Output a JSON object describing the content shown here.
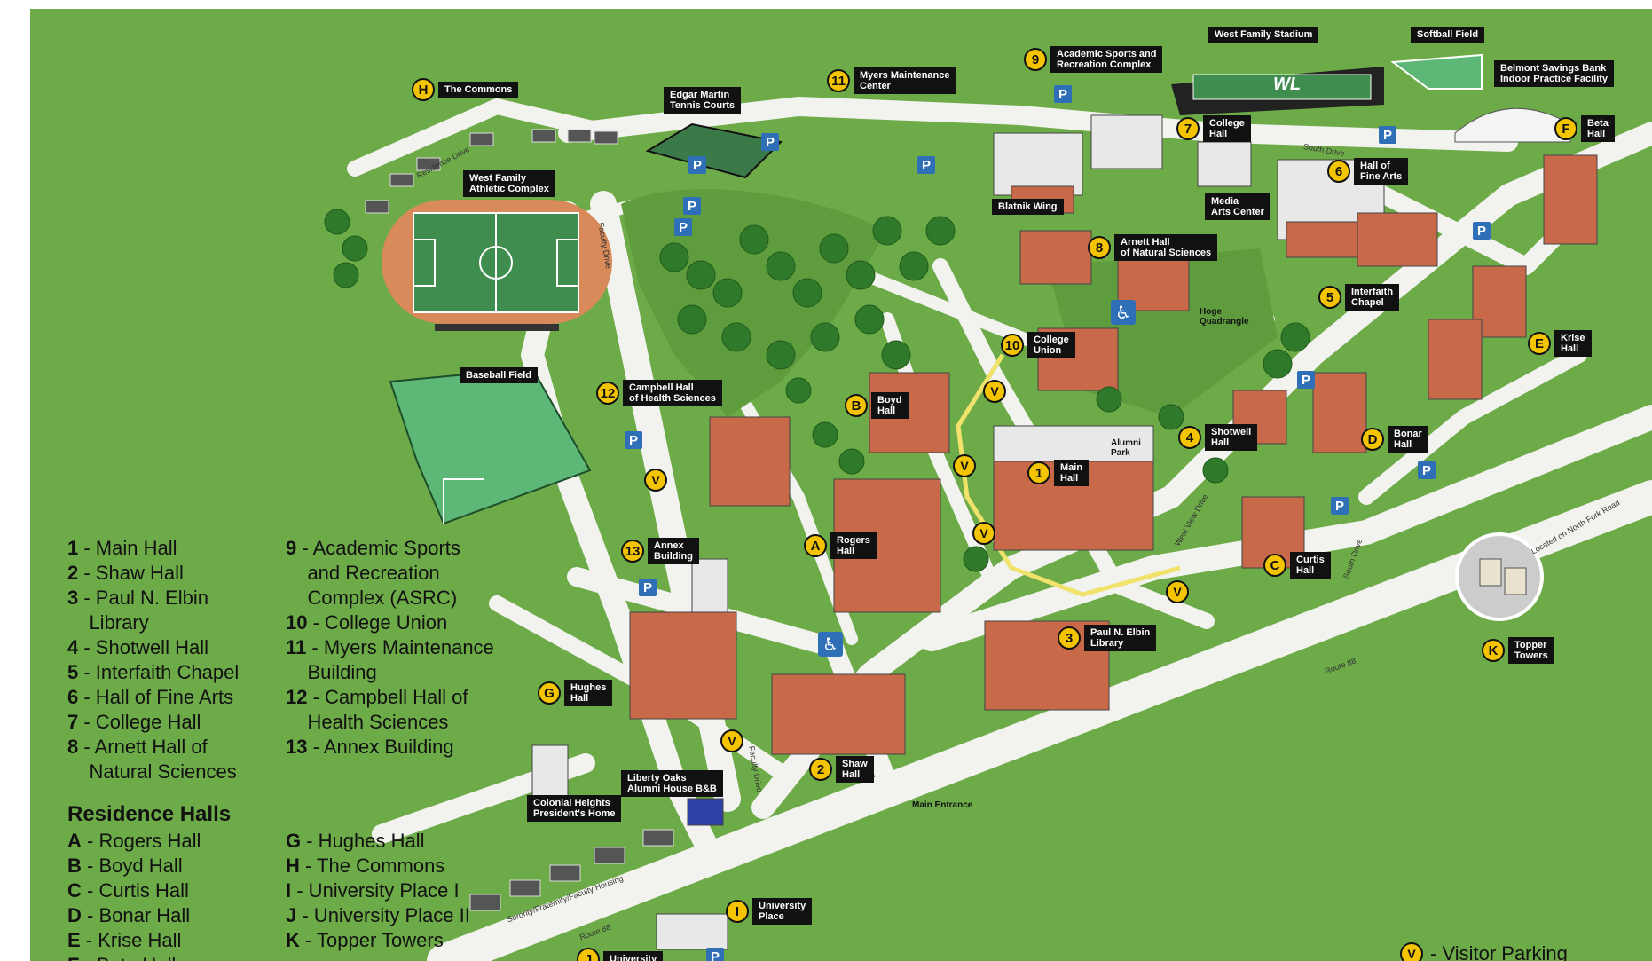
{
  "colors": {
    "grass": "#6dab49",
    "lawn": "#5f9c3e",
    "road": "#f2f2ee",
    "brick": "#c86a4a",
    "roof": "#e8e8e8",
    "label_bg": "#111111",
    "badge": "#f5c400",
    "parking": "#2f6fb8",
    "field_green": "#3f8e4f",
    "track": "#d98a5a",
    "baseball": "#5db878",
    "visitor_route": "#f0e26a"
  },
  "labels": [
    {
      "id": "the-commons",
      "badge": "H",
      "text": "The Commons"
    },
    {
      "id": "edgar-martin-tennis",
      "badge": "",
      "text": "Edgar Martin\nTennis Courts"
    },
    {
      "id": "myers-maintenance",
      "badge": "11",
      "text": "Myers Maintenance\nCenter"
    },
    {
      "id": "academic-sports",
      "badge": "9",
      "text": "Academic Sports and\nRecreation Complex"
    },
    {
      "id": "west-family-stadium",
      "badge": "",
      "text": "West Family Stadium"
    },
    {
      "id": "softball-field",
      "badge": "",
      "text": "Softball Field"
    },
    {
      "id": "belmont-savings",
      "badge": "",
      "text": "Belmont Savings Bank\nIndoor Practice Facility"
    },
    {
      "id": "beta-hall",
      "badge": "F",
      "text": "Beta\nHall"
    },
    {
      "id": "college-hall",
      "badge": "7",
      "text": "College\nHall"
    },
    {
      "id": "hall-of-fine-arts",
      "badge": "6",
      "text": "Hall of\nFine Arts"
    },
    {
      "id": "media-arts-center",
      "badge": "",
      "text": "Media\nArts Center"
    },
    {
      "id": "blatnik-wing",
      "badge": "",
      "text": "Blatnik Wing"
    },
    {
      "id": "arnett-hall",
      "badge": "8",
      "text": "Arnett Hall\nof Natural Sciences"
    },
    {
      "id": "west-family-athletic",
      "badge": "",
      "text": "West Family\nAthletic Complex"
    },
    {
      "id": "interfaith-chapel",
      "badge": "5",
      "text": "Interfaith\nChapel"
    },
    {
      "id": "krise-hall",
      "badge": "E",
      "text": "Krise\nHall"
    },
    {
      "id": "college-union",
      "badge": "10",
      "text": "College\nUnion"
    },
    {
      "id": "baseball-field",
      "badge": "",
      "text": "Baseball Field"
    },
    {
      "id": "campbell-hall",
      "badge": "12",
      "text": "Campbell Hall\nof Health Sciences"
    },
    {
      "id": "boyd-hall",
      "badge": "B",
      "text": "Boyd\nHall"
    },
    {
      "id": "shotwell-hall",
      "badge": "4",
      "text": "Shotwell\nHall"
    },
    {
      "id": "bonar-hall",
      "badge": "D",
      "text": "Bonar\nHall"
    },
    {
      "id": "main-hall",
      "badge": "1",
      "text": "Main\nHall"
    },
    {
      "id": "rogers-hall",
      "badge": "A",
      "text": "Rogers\nHall"
    },
    {
      "id": "annex-building",
      "badge": "13",
      "text": "Annex\nBuilding"
    },
    {
      "id": "curtis-hall",
      "badge": "C",
      "text": "Curtis\nHall"
    },
    {
      "id": "topper-towers",
      "badge": "K",
      "text": "Topper\nTowers"
    },
    {
      "id": "paul-elbin-library",
      "badge": "3",
      "text": "Paul N. Elbin\nLibrary"
    },
    {
      "id": "hughes-hall",
      "badge": "G",
      "text": "Hughes\nHall"
    },
    {
      "id": "shaw-hall",
      "badge": "2",
      "text": "Shaw\nHall"
    },
    {
      "id": "liberty-oaks",
      "badge": "",
      "text": "Liberty Oaks\nAlumni House B&B"
    },
    {
      "id": "colonial-heights",
      "badge": "",
      "text": "Colonial Heights\nPresident's Home"
    },
    {
      "id": "university-place-1",
      "badge": "I",
      "text": "University\nPlace"
    },
    {
      "id": "university-place-2",
      "badge": "J",
      "text": "University"
    }
  ],
  "plain_labels": [
    {
      "id": "hoge-quadrangle",
      "text": "Hoge\nQuadrangle"
    },
    {
      "id": "alumni-park",
      "text": "Alumni\nPark"
    },
    {
      "id": "main-entrance",
      "text": "Main Entrance"
    }
  ],
  "roads": [
    {
      "id": "residence-drive",
      "text": "Residence Drive"
    },
    {
      "id": "faculty-drive-north",
      "text": "Faculty Drive"
    },
    {
      "id": "faculty-drive-south",
      "text": "Faculty Drive"
    },
    {
      "id": "south-drive-top",
      "text": "South Drive"
    },
    {
      "id": "west-view-drive",
      "text": "West View Drive"
    },
    {
      "id": "south-drive-east",
      "text": "South Drive"
    },
    {
      "id": "route-88",
      "text": "Route 88"
    },
    {
      "id": "route-88-west",
      "text": "Route 88"
    },
    {
      "id": "north-fork-road",
      "text": "Located on North Fork Road"
    },
    {
      "id": "greek-housing",
      "text": "Sorority/Fraternity/Faculty Housing"
    }
  ],
  "stadium_logo": "WL",
  "parking_symbol": "P",
  "visitor_symbol": "V",
  "ada_symbol": "♿",
  "legend": {
    "academic": [
      {
        "num": "1",
        "text": "Main Hall"
      },
      {
        "num": "2",
        "text": "Shaw Hall"
      },
      {
        "num": "3",
        "text": "Paul N. Elbin\n    Library"
      },
      {
        "num": "4",
        "text": "Shotwell Hall"
      },
      {
        "num": "5",
        "text": "Interfaith Chapel"
      },
      {
        "num": "6",
        "text": "Hall of Fine Arts"
      },
      {
        "num": "7",
        "text": "College Hall"
      },
      {
        "num": "8",
        "text": "Arnett Hall of\n    Natural Sciences"
      }
    ],
    "academic_col2": [
      {
        "num": "9",
        "text": "Academic Sports\n    and Recreation\n    Complex (ASRC)"
      },
      {
        "num": "10",
        "text": "College Union"
      },
      {
        "num": "11",
        "text": "Myers Maintenance\n    Building"
      },
      {
        "num": "12",
        "text": "Campbell Hall of\n    Health Sciences"
      },
      {
        "num": "13",
        "text": "Annex Building"
      }
    ],
    "residence_heading": "Residence Halls",
    "residence": [
      {
        "num": "A",
        "text": "Rogers Hall"
      },
      {
        "num": "B",
        "text": "Boyd Hall"
      },
      {
        "num": "C",
        "text": "Curtis Hall"
      },
      {
        "num": "D",
        "text": "Bonar Hall"
      },
      {
        "num": "E",
        "text": "Krise Hall"
      },
      {
        "num": "F",
        "text": "Beta Hall"
      }
    ],
    "residence_col2": [
      {
        "num": "G",
        "text": "Hughes Hall"
      },
      {
        "num": "H",
        "text": "The Commons"
      },
      {
        "num": "I",
        "text": "University Place I"
      },
      {
        "num": "J",
        "text": "University Place II"
      },
      {
        "num": "K",
        "text": "Topper Towers"
      }
    ],
    "visitor_key": "- Visitor Parking"
  }
}
